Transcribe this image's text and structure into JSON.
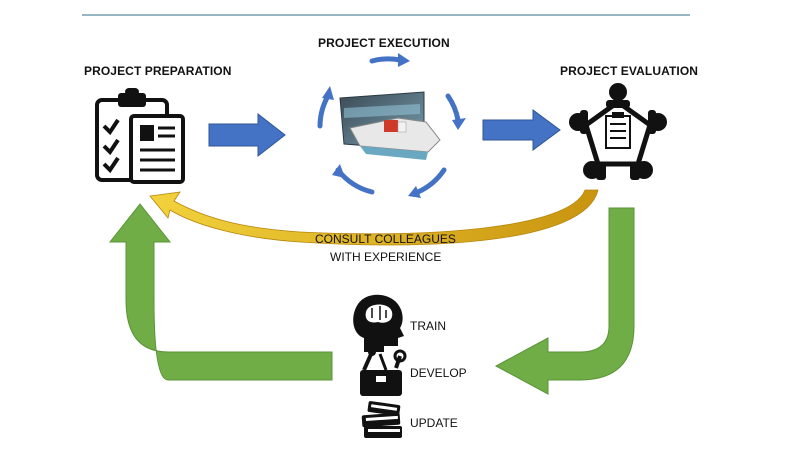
{
  "labels": {
    "preparation": "PROJECT PREPARATION",
    "execution": "PROJECT EXECUTION",
    "evaluation": "PROJECT EVALUATION",
    "consult_line1": "CONSULT COLLEAGUES",
    "consult_line2": "WITH EXPERIENCE",
    "train": "TRAIN",
    "develop": "DEVELOP",
    "update": "UPDATE"
  },
  "icons": {
    "preparation": "clipboard-checklist-icon",
    "execution": "ship-simulator-screen-icon",
    "evaluation": "meeting-table-icon",
    "train": "brain-head-icon",
    "develop": "toolbox-icon",
    "update": "books-icon"
  },
  "colors": {
    "rule": "#2e6c8a",
    "blue_arrow": "#4472c4",
    "green_arrow": "#70ad47",
    "gold_arrow": "#e0a81c",
    "icon": "#111111"
  }
}
